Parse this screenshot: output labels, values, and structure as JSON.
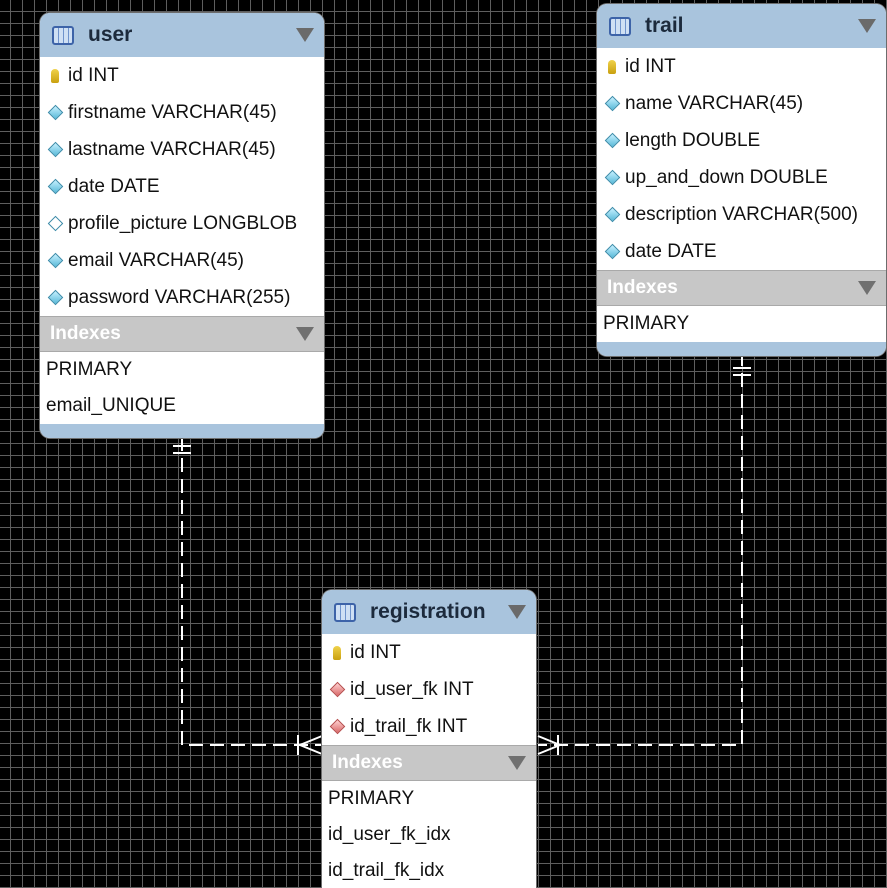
{
  "tables": {
    "user": {
      "name": "user",
      "columns": [
        {
          "text": "id INT",
          "icon": "primary-key-icon"
        },
        {
          "text": "firstname VARCHAR(45)",
          "icon": "column-diamond-icon"
        },
        {
          "text": "lastname VARCHAR(45)",
          "icon": "column-diamond-icon"
        },
        {
          "text": "date DATE",
          "icon": "column-diamond-icon"
        },
        {
          "text": "profile_picture LONGBLOB",
          "icon": "nullable-column-diamond-icon"
        },
        {
          "text": "email VARCHAR(45)",
          "icon": "column-diamond-icon"
        },
        {
          "text": "password VARCHAR(255)",
          "icon": "column-diamond-icon"
        }
      ],
      "indexes_label": "Indexes",
      "indexes": [
        "PRIMARY",
        "email_UNIQUE"
      ]
    },
    "trail": {
      "name": "trail",
      "columns": [
        {
          "text": "id INT",
          "icon": "primary-key-icon"
        },
        {
          "text": "name VARCHAR(45)",
          "icon": "column-diamond-icon"
        },
        {
          "text": "length DOUBLE",
          "icon": "column-diamond-icon"
        },
        {
          "text": "up_and_down DOUBLE",
          "icon": "column-diamond-icon"
        },
        {
          "text": "description VARCHAR(500)",
          "icon": "column-diamond-icon"
        },
        {
          "text": "date DATE",
          "icon": "column-diamond-icon"
        }
      ],
      "indexes_label": "Indexes",
      "indexes": [
        "PRIMARY"
      ]
    },
    "registration": {
      "name": "registration",
      "columns": [
        {
          "text": "id INT",
          "icon": "primary-key-icon"
        },
        {
          "text": "id_user_fk INT",
          "icon": "foreign-key-diamond-icon"
        },
        {
          "text": "id_trail_fk INT",
          "icon": "foreign-key-diamond-icon"
        }
      ],
      "indexes_label": "Indexes",
      "indexes": [
        "PRIMARY",
        "id_user_fk_idx",
        "id_trail_fk_idx"
      ]
    }
  },
  "colors": {
    "header": "#a9c4dd",
    "indexes_header": "#c7c7c7",
    "canvas": "#000000",
    "grid": "#5e5e5e",
    "relationship_line": "#ffffff"
  }
}
